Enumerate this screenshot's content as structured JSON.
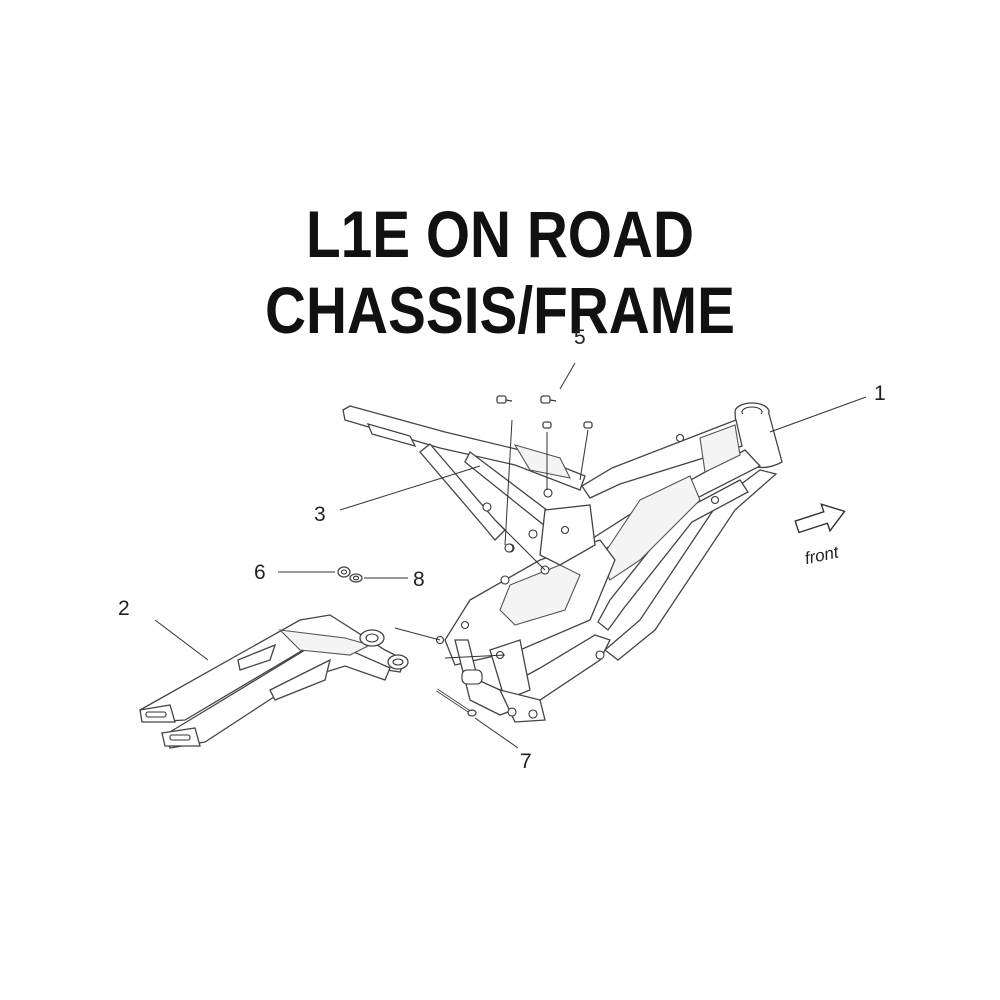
{
  "title": "L1E ON ROAD CHASSIS/FRAME",
  "callouts": [
    {
      "id": "1",
      "label": "1"
    },
    {
      "id": "2",
      "label": "2"
    },
    {
      "id": "3",
      "label": "3"
    },
    {
      "id": "5",
      "label": "5"
    },
    {
      "id": "6",
      "label": "6"
    },
    {
      "id": "7",
      "label": "7"
    },
    {
      "id": "8",
      "label": "8"
    }
  ],
  "direction_label": "front",
  "parts": [
    {
      "callout": "1",
      "name": "main-frame"
    },
    {
      "callout": "2",
      "name": "swing-arm"
    },
    {
      "callout": "3",
      "name": "rear-subframe"
    },
    {
      "callout": "5",
      "name": "bolts"
    },
    {
      "callout": "6",
      "name": "nut"
    },
    {
      "callout": "7",
      "name": "pivot-axle"
    },
    {
      "callout": "8",
      "name": "washer"
    }
  ]
}
